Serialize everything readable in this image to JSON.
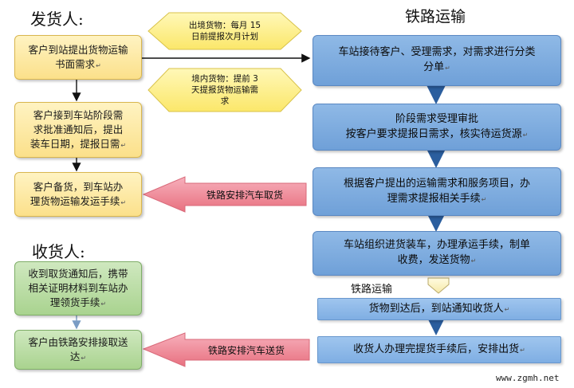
{
  "headings": {
    "shipper": "发货人:",
    "rail": "铁路运输",
    "consignee": "收货人:",
    "rail_small": "铁路运输"
  },
  "notes": {
    "export": "出境货物：每月 15\n日前提报次月计划",
    "domestic": "境内货物：提前 3\n天提报货物运输需\n求"
  },
  "shipper_steps": [
    "客户到站提出货物运输\n书面需求",
    "客户接到车站阶段需\n求批准通知后，提出\n装车日期，提报日需",
    "客户备货，到车站办\n理货物运输发运手续"
  ],
  "rail_steps": [
    "车站接待客户、受理需求，对需求进行分类\n分单",
    "阶段需求受理审批\n按客户要求提报日需求，核实待运货源",
    "根据客户提出的运输需求和服务项目，办\n理需求提报相关手续",
    "车站组织进货装车，办理承运手续，制单\n收费，发送货物",
    "货物到达后，到站通知收货人",
    "收货人办理完提货手续后，安排出货"
  ],
  "consignee_steps": [
    "收到取货通知后，携带\n相关证明材料到车站办\n理领货手续",
    "客户由铁路安排接取送\n达"
  ],
  "arrows": {
    "pickup": "铁路安排汽车取货",
    "delivery": "铁路安排汽车送货"
  },
  "return_mark": "↵",
  "watermark": "www.zgmh.net",
  "colors": {
    "yellow": "#fbe08a",
    "blue": "#6fa0d8",
    "green": "#a9d38f",
    "pink_arrow": "#f08a9a",
    "note_yellow": "#fdf08a"
  }
}
